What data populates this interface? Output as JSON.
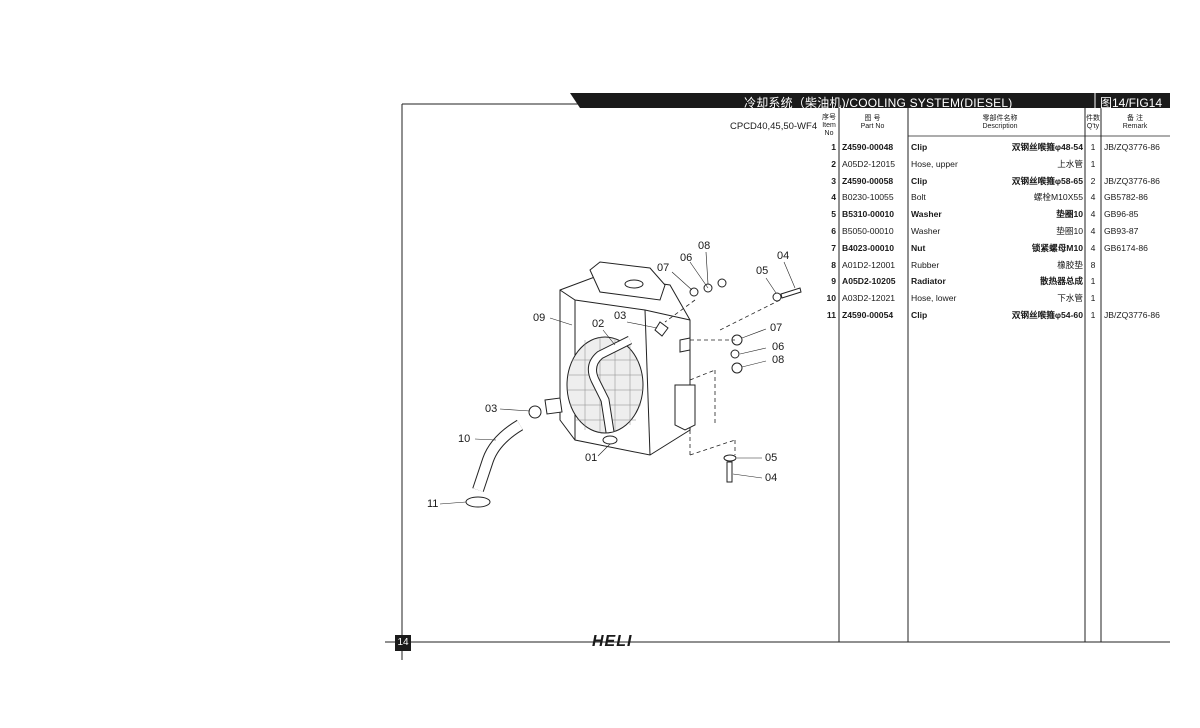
{
  "header": {
    "title": "冷却系统（柴油机)/COOLING SYSTEM(DIESEL)",
    "figure": "图14/FIG14",
    "model": "CPCD40,45,50-WF4"
  },
  "columns": {
    "item_cn": "序号",
    "item_en": "Item No",
    "part_cn": "图 号",
    "part_en": "Part No",
    "desc_cn": "零部件名称",
    "desc_en": "Description",
    "qty_cn": "件数",
    "qty_en": "Q'ty",
    "remark_cn": "备 注",
    "remark_en": "Remark"
  },
  "rows": [
    {
      "item": "1",
      "part": "Z4590-00048",
      "desc_en": "Clip",
      "desc_cn": "双钢丝喉箍φ48-54",
      "qty": "1",
      "remark": "JB/ZQ3776-86",
      "bold": true
    },
    {
      "item": "2",
      "part": "A05D2-12015",
      "desc_en": "Hose, upper",
      "desc_cn": "上水管",
      "qty": "1",
      "remark": "",
      "bold": false
    },
    {
      "item": "3",
      "part": "Z4590-00058",
      "desc_en": "Clip",
      "desc_cn": "双钢丝喉箍φ58-65",
      "qty": "2",
      "remark": "JB/ZQ3776-86",
      "bold": true
    },
    {
      "item": "4",
      "part": "B0230-10055",
      "desc_en": "Bolt",
      "desc_cn": "螺栓M10X55",
      "qty": "4",
      "remark": "GB5782-86",
      "bold": false
    },
    {
      "item": "5",
      "part": "B5310-00010",
      "desc_en": "Washer",
      "desc_cn": "垫圈10",
      "qty": "4",
      "remark": "GB96-85",
      "bold": true
    },
    {
      "item": "6",
      "part": "B5050-00010",
      "desc_en": "Washer",
      "desc_cn": "垫圈10",
      "qty": "4",
      "remark": "GB93-87",
      "bold": false
    },
    {
      "item": "7",
      "part": "B4023-00010",
      "desc_en": "Nut",
      "desc_cn": "锁紧螺母M10",
      "qty": "4",
      "remark": "GB6174-86",
      "bold": true
    },
    {
      "item": "8",
      "part": "A01D2-12001",
      "desc_en": "Rubber",
      "desc_cn": "橡胶垫",
      "qty": "8",
      "remark": "",
      "bold": false
    },
    {
      "item": "9",
      "part": "A05D2-10205",
      "desc_en": "Radiator",
      "desc_cn": "散热器总成",
      "qty": "1",
      "remark": "",
      "bold": true
    },
    {
      "item": "10",
      "part": "A03D2-12021",
      "desc_en": "Hose, lower",
      "desc_cn": "下水管",
      "qty": "1",
      "remark": "",
      "bold": false
    },
    {
      "item": "11",
      "part": "Z4590-00054",
      "desc_en": "Clip",
      "desc_cn": "双钢丝喉箍φ54-60",
      "qty": "1",
      "remark": "JB/ZQ3776-86",
      "bold": true
    }
  ],
  "callouts": {
    "c08a": "08",
    "c06a": "06",
    "c07a": "07",
    "c04a": "04",
    "c05a": "05",
    "c09": "09",
    "c02": "02",
    "c03a": "03",
    "c07b": "07",
    "c06b": "06",
    "c08b": "08",
    "c03b": "03",
    "c10": "10",
    "c01": "01",
    "c05b": "05",
    "c04b": "04",
    "c11": "11"
  },
  "footer": {
    "page": "14",
    "brand": "HELI"
  }
}
